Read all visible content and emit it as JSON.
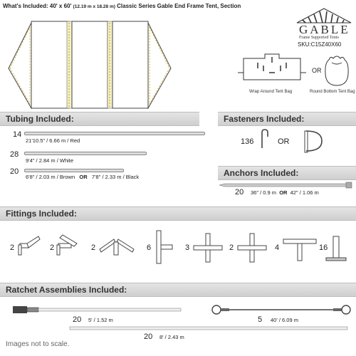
{
  "top": {
    "title": "What's Included: 40' x 60'",
    "title_metric": "(12.19 m  x 18.28 m)",
    "title_rest": "Classic Series Gable End Frame Tent, Section",
    "brand": "GABLE",
    "brand_sub": "Frame Supported Tents",
    "sku": "SKU:C15Z40X60",
    "bag_or": "OR",
    "bag1_label": "Wrap Around Tent Bag",
    "bag2_label": "Round Bottom Tent Bag"
  },
  "tubing": {
    "header": "Tubing Included:",
    "rows": [
      {
        "count": "14",
        "label": "21'10.5\" / 6.66 m  /  Red"
      },
      {
        "count": "28",
        "label": "9'4\" / 2.84 m  /  White"
      },
      {
        "count": "20",
        "label": "6'8\" / 2.03 m  /  Brown",
        "or": "OR",
        "label2": "7'8\" / 2.33 m  /  Black"
      }
    ]
  },
  "fasteners": {
    "header": "Fasteners Included:",
    "count": "136",
    "or": "OR"
  },
  "anchors": {
    "header": "Anchors Included:",
    "count": "20",
    "label": "36\" / 0.9 m",
    "or": "OR",
    "label2": "42\" / 1.06 m"
  },
  "fittings": {
    "header": "Fittings Included:",
    "counts": [
      "2",
      "2",
      "2",
      "6",
      "3",
      "2",
      "4",
      "16"
    ]
  },
  "ratchets": {
    "header": "Ratchet Assemblies Included:",
    "r1": {
      "count": "20",
      "label": "5' / 1.52 m"
    },
    "r2": {
      "count": "5",
      "label": "40' / 6.09 m"
    },
    "r3": {
      "count": "20",
      "label": "8' / 2.43 m"
    }
  },
  "footer": {
    "note": "Images not to scale."
  }
}
